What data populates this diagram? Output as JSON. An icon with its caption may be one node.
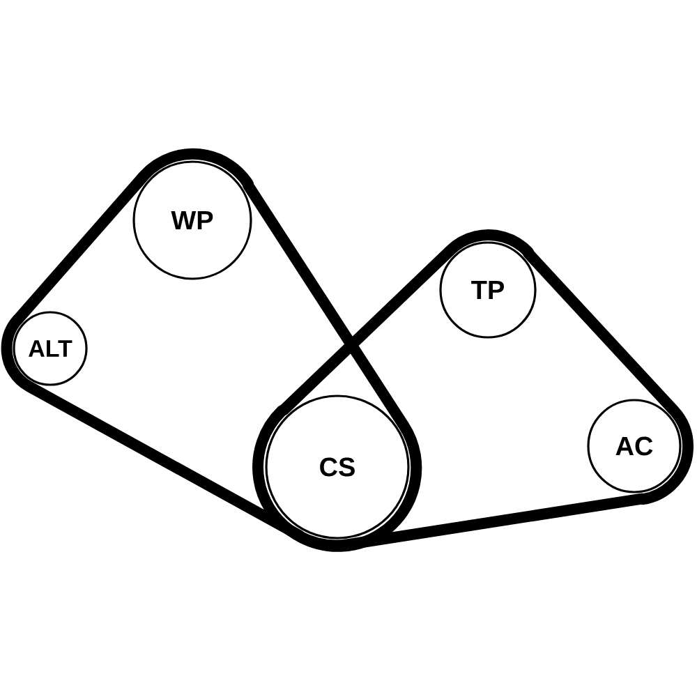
{
  "diagram": {
    "nodes": [
      {
        "text": [
          "WP"
        ]
      },
      {
        "text": [
          "ALT"
        ]
      },
      {
        "text": [
          "TP"
        ]
      },
      {
        "text": [
          "CS"
        ]
      },
      {
        "text": [
          "AC"
        ]
      }
    ],
    "edges": [
      {
        "from": 1,
        "to": 0,
        "arrow": "none"
      },
      {
        "from": 0,
        "to": 3,
        "arrow": "none"
      },
      {
        "from": 3,
        "to": 1,
        "arrow": "none"
      },
      {
        "from": 3,
        "to": 2,
        "arrow": "none"
      },
      {
        "from": 2,
        "to": 4,
        "arrow": "none"
      },
      {
        "from": 4,
        "to": 3,
        "arrow": "none"
      }
    ]
  }
}
